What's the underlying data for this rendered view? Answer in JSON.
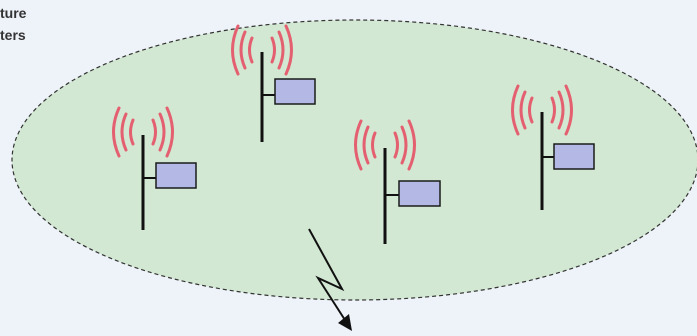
{
  "caption": {
    "line1": "ture",
    "line2": "ters"
  },
  "diagram": {
    "node_count": 4,
    "colors": {
      "background": "#eef3fa",
      "zone_fill": "#d2e8d2",
      "zone_outline": "#333333",
      "antenna_waves": "#e45f6f",
      "module_fill": "#b3b9e4",
      "module_stroke": "#1a1a1a",
      "mast": "#111111",
      "link": "#111111"
    },
    "icons": [
      "antenna-waves-icon",
      "radio-module-icon",
      "wireless-link-icon"
    ]
  }
}
